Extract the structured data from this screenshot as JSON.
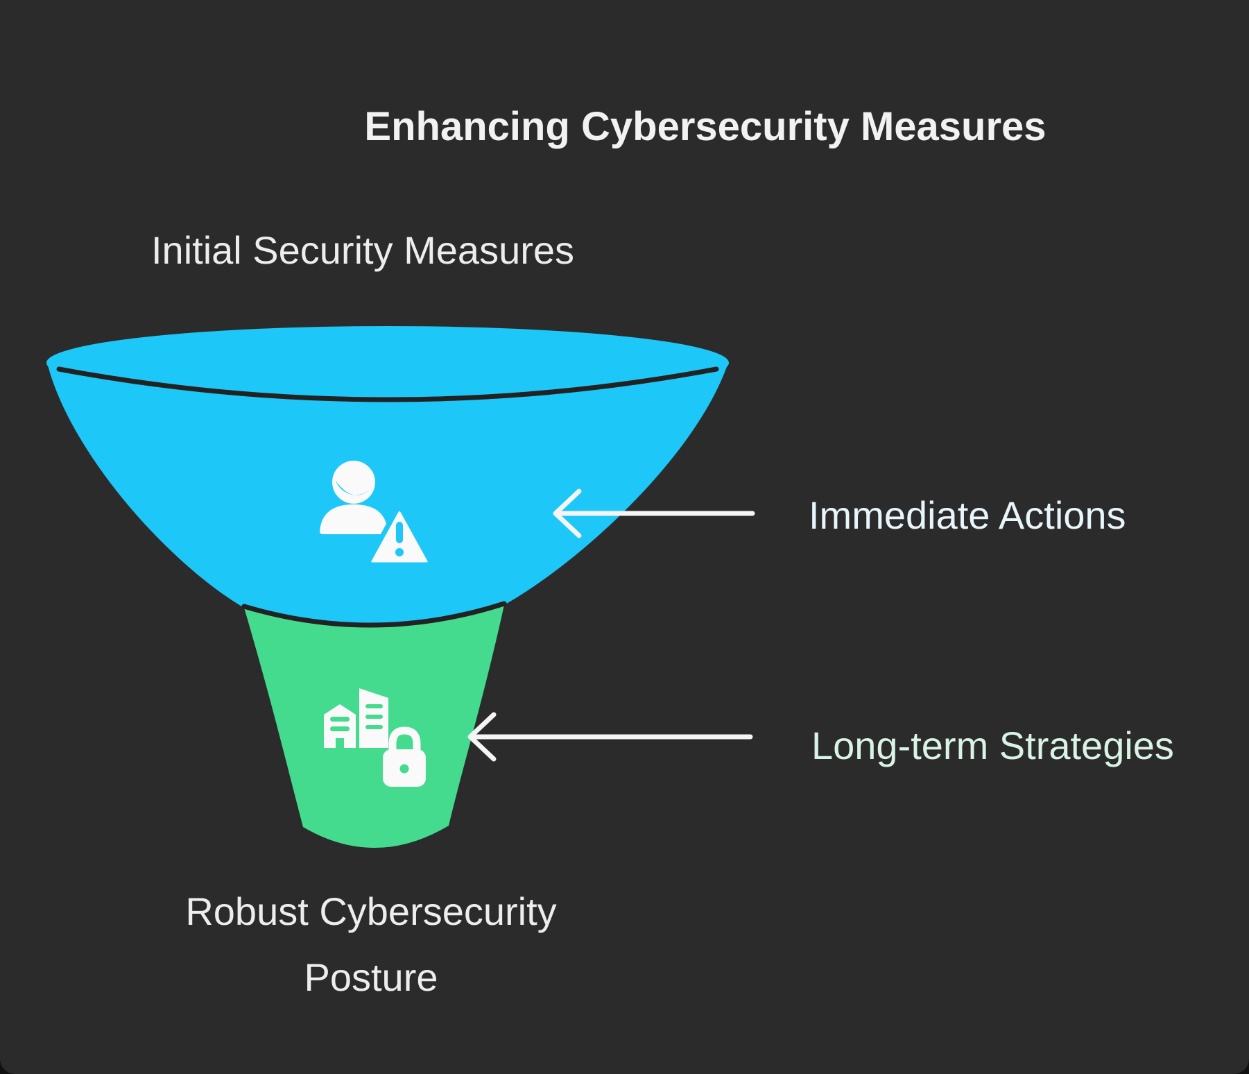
{
  "title": "Enhancing Cybersecurity Measures",
  "funnel": {
    "top_label": "Initial Security Measures",
    "bottom_label": "Robust Cybersecurity Posture",
    "stages": [
      {
        "label": "Immediate Actions",
        "color": "#1dc7f7",
        "icon": "person-warning-icon"
      },
      {
        "label": "Long-term Strategies",
        "color": "#45db8e",
        "icon": "buildings-lock-icon"
      }
    ]
  },
  "colors": {
    "background": "#2b2b2c",
    "stage1_blue": "#1dc7f7",
    "stage2_green": "#45db8e",
    "title_text": "#f2f2f2",
    "label_text": "#ededed",
    "stage1_label_text": "#e8f6fc",
    "stage2_label_text": "#d9f3e5",
    "arrow": "#f5f5f5",
    "outline": "#222222"
  }
}
